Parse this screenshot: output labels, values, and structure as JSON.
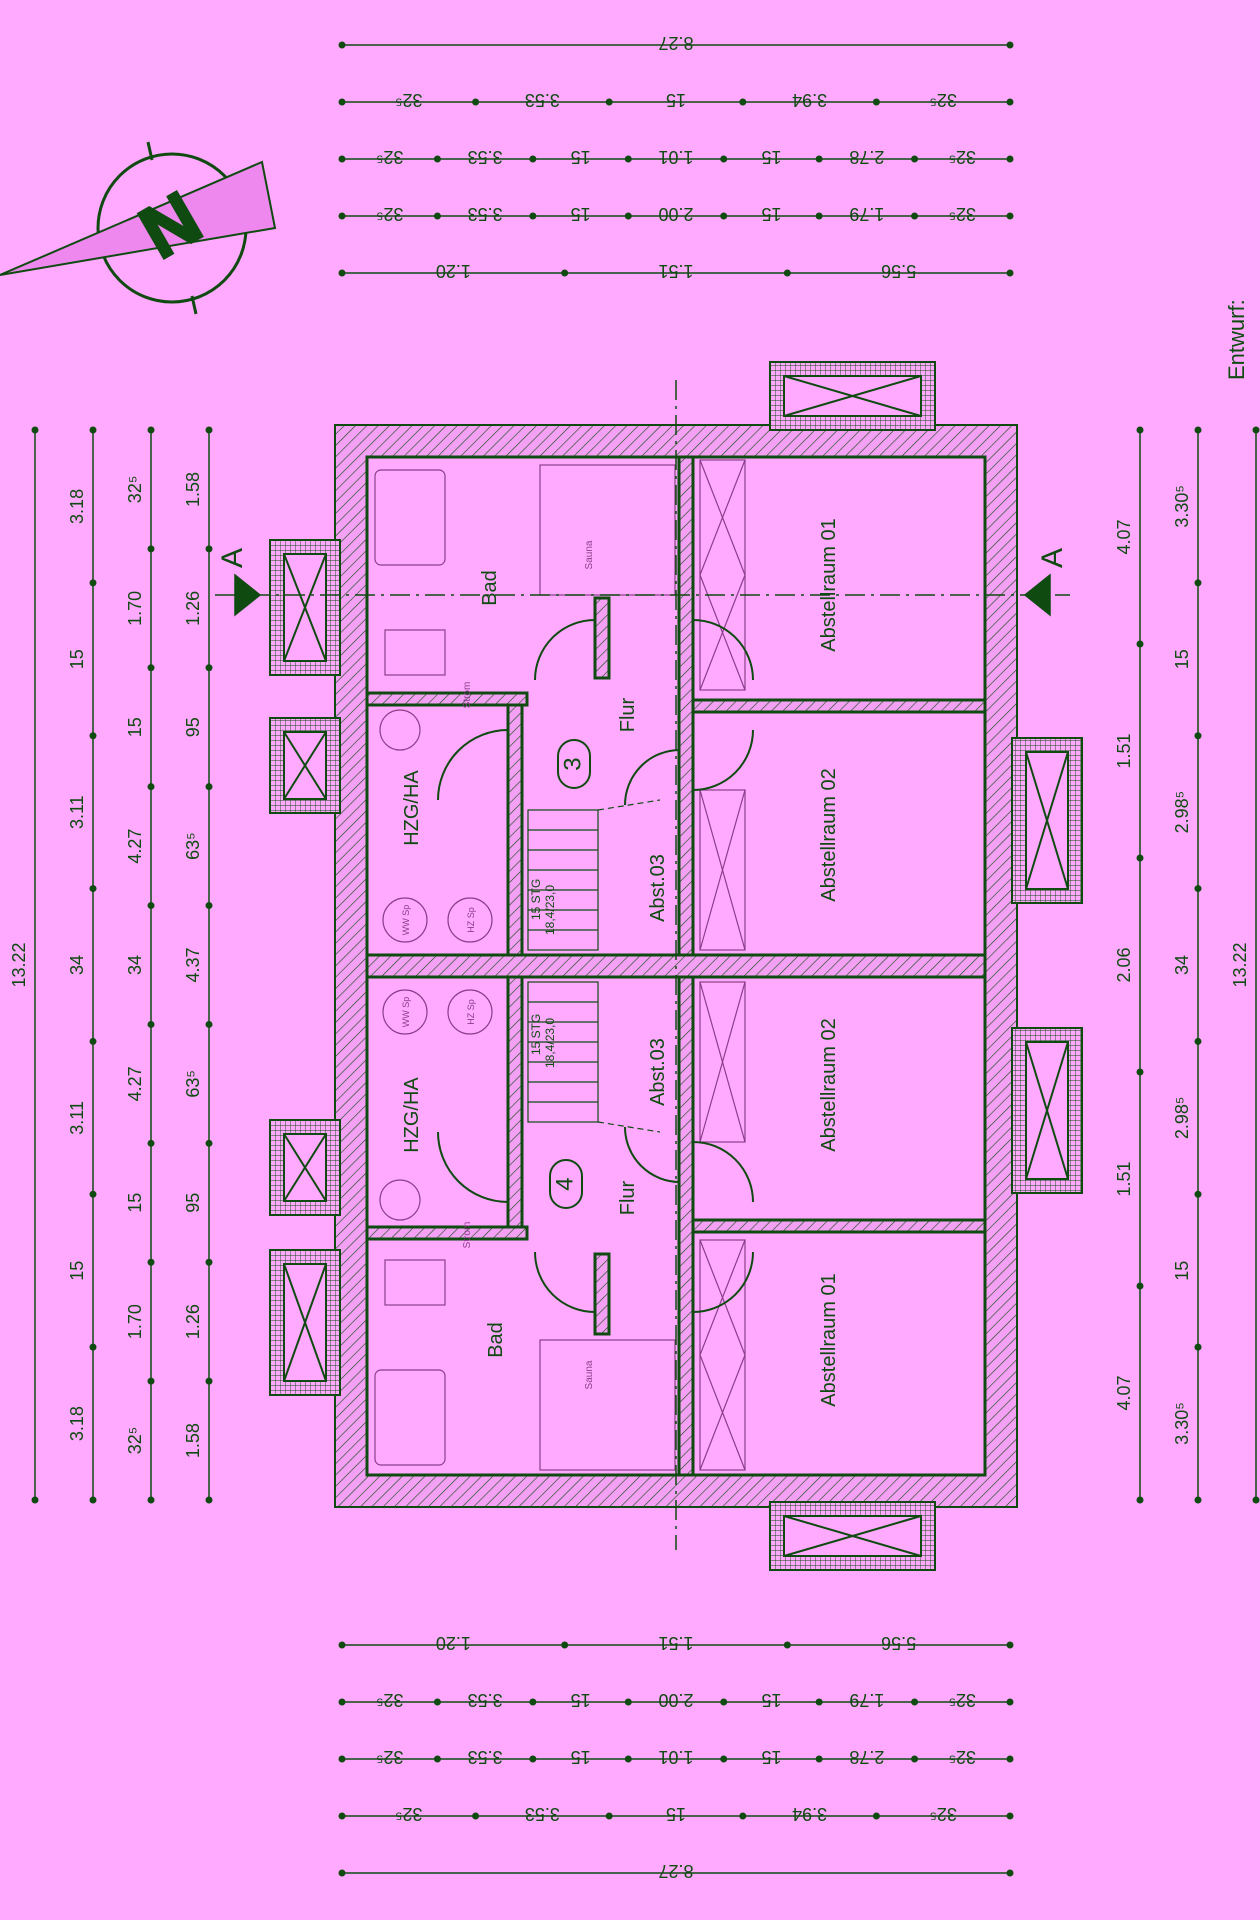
{
  "colors": {
    "background": "#ffaaff",
    "ink": "#0f4a10",
    "light_ink": "#8a3f8a",
    "wall_fill": "#f4a0f4",
    "compass_fill": "#ee88ee"
  },
  "title_block": {
    "label": "Entwurf:"
  },
  "compass": {
    "letter": "N",
    "icon": "north-arrow-icon"
  },
  "section_markers": {
    "left": "A",
    "right": "A"
  },
  "units": [
    {
      "number": "3",
      "rooms": {
        "bath": "Bad",
        "utility": "HZG/HA",
        "hall": "Flur",
        "storage_a": "Abstellraum 01",
        "storage_b": "Abstellraum 02",
        "closet": "Abst.03"
      },
      "stair": {
        "steps": "15 STG",
        "ratio": "18,4/23,0"
      }
    },
    {
      "number": "4",
      "rooms": {
        "bath": "Bad",
        "utility": "HZG/HA",
        "hall": "Flur",
        "storage_a": "Abstellraum 01",
        "storage_b": "Abstellraum 02",
        "closet": "Abst.03"
      },
      "stair": {
        "steps": "15 STG",
        "ratio": "18,4/23,0"
      }
    }
  ],
  "fixtures": {
    "sauna": "Sauna",
    "storage_cab": "Strom",
    "ww_tank": "WW Sp",
    "hz_tank": "HZ Sp"
  },
  "dimensions": {
    "top_rows": [
      [
        "8.27"
      ],
      [
        "32⁵",
        "3.94",
        "15",
        "3.53",
        "32⁵"
      ],
      [
        "32⁵",
        "2.78",
        "15",
        "1.01",
        "15",
        "3.53",
        "32⁵"
      ],
      [
        "32⁵",
        "1.79",
        "15",
        "2.00",
        "15",
        "3.53",
        "32⁵"
      ],
      [
        "5.56",
        "1.51",
        "1.20"
      ]
    ],
    "bottom_rows": [
      [
        "5.56",
        "1.51",
        "1.20"
      ],
      [
        "32⁵",
        "1.79",
        "15",
        "2.00",
        "15",
        "3.53",
        "32⁵"
      ],
      [
        "32⁵",
        "2.78",
        "15",
        "1.01",
        "15",
        "3.53",
        "32⁵"
      ],
      [
        "32⁵",
        "3.94",
        "15",
        "3.53",
        "32⁵"
      ],
      [
        "8.27"
      ]
    ],
    "left_cols": [
      [
        "13.22"
      ],
      [
        "3.18",
        "15",
        "3.11",
        "34",
        "3.11",
        "15",
        "3.18"
      ],
      [
        "32⁵",
        "1.70",
        "15",
        "4.27",
        "34",
        "4.27",
        "15",
        "1.70",
        "32⁵"
      ],
      [
        "1.58",
        "1.26",
        "95",
        "63⁵",
        "4.37",
        "63⁵",
        "95",
        "1.26",
        "1.58"
      ]
    ],
    "right_cols": [
      [
        "4.07",
        "1.51",
        "2.06",
        "1.51",
        "4.07"
      ],
      [
        "3.30⁵",
        "15",
        "2.98⁵",
        "34",
        "2.98⁵",
        "15",
        "3.30⁵"
      ],
      [
        "13.22"
      ]
    ]
  }
}
